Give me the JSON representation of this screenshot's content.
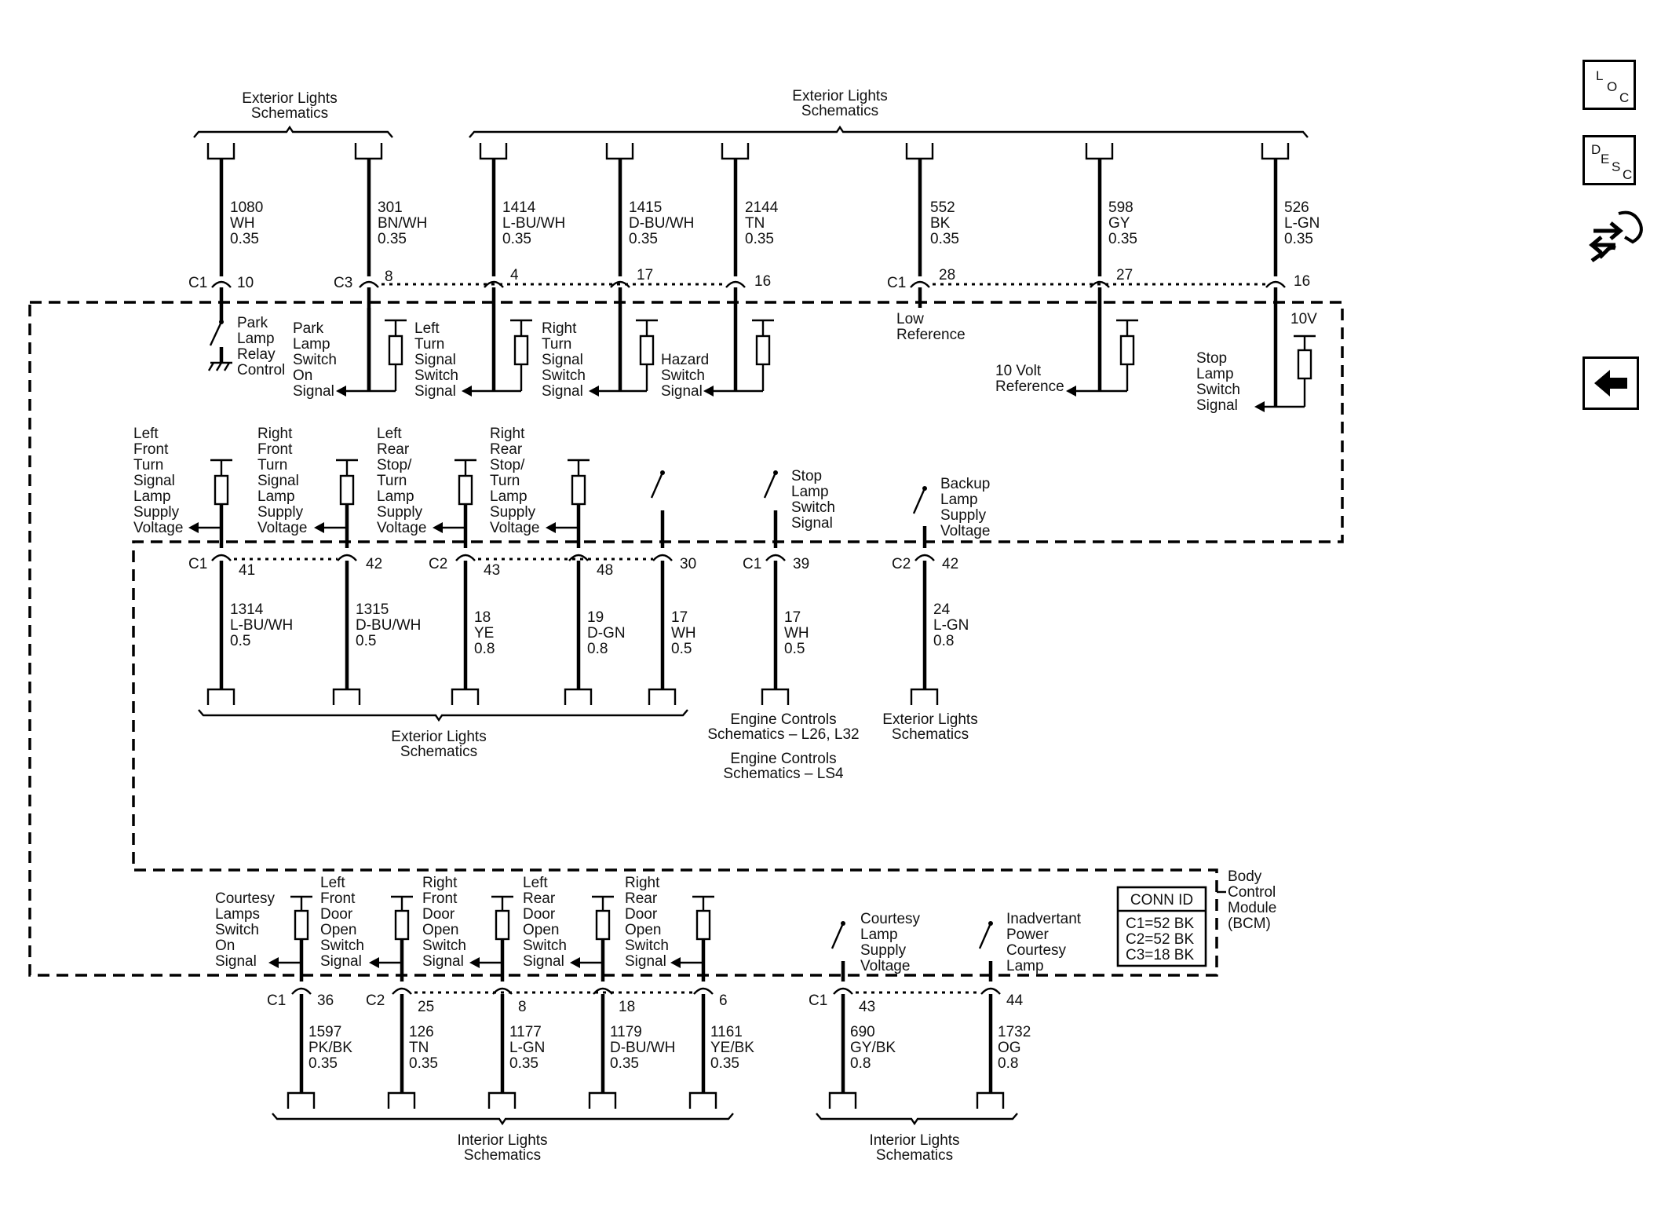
{
  "side_buttons": {
    "loc": [
      "L",
      "O",
      "C"
    ],
    "desc": [
      "D",
      "E",
      "S",
      "C"
    ]
  },
  "module": {
    "lines": [
      "Body",
      "Control",
      "Module",
      "(BCM)"
    ]
  },
  "conn_id": {
    "title": "CONN ID",
    "rows": [
      "C1=52 BK",
      "C2=52 BK",
      "C3=18 BK"
    ]
  },
  "top_groups": [
    {
      "lines": [
        "Exterior Lights",
        "Schematics"
      ]
    },
    {
      "lines": [
        "Exterior Lights",
        "Schematics"
      ]
    }
  ],
  "top_wires": [
    {
      "wire": [
        "1080",
        "WH",
        "0.35"
      ],
      "conn": "C1",
      "pin": "10"
    },
    {
      "wire": [
        "301",
        "BN/WH",
        "0.35"
      ],
      "conn": "C3",
      "pin": "8"
    },
    {
      "wire": [
        "1414",
        "L-BU/WH",
        "0.35"
      ],
      "conn": "",
      "pin": "4"
    },
    {
      "wire": [
        "1415",
        "D-BU/WH",
        "0.35"
      ],
      "conn": "",
      "pin": "17"
    },
    {
      "wire": [
        "2144",
        "TN",
        "0.35"
      ],
      "conn": "",
      "pin": "16"
    },
    {
      "wire": [
        "552",
        "BK",
        "0.35"
      ],
      "conn": "C1",
      "pin": "28"
    },
    {
      "wire": [
        "598",
        "GY",
        "0.35"
      ],
      "conn": "",
      "pin": "27"
    },
    {
      "wire": [
        "526",
        "L-GN",
        "0.35"
      ],
      "conn": "",
      "pin": "16"
    }
  ],
  "top_circuits": [
    [
      "Park",
      "Lamp",
      "Relay",
      "Control"
    ],
    [
      "Park",
      "Lamp",
      "Switch",
      "On",
      "Signal"
    ],
    [
      "Left",
      "Turn",
      "Signal",
      "Switch",
      "Signal"
    ],
    [
      "Right",
      "Turn",
      "Signal",
      "Switch",
      "Signal"
    ],
    [
      "Hazard",
      "Switch",
      "Signal"
    ],
    [
      "Low",
      "Reference"
    ],
    [
      "10 Volt",
      "Reference"
    ],
    [
      "Stop",
      "Lamp",
      "Switch",
      "Signal"
    ]
  ],
  "supply_10v": "10V",
  "mid_circuits": [
    [
      "Left",
      "Front",
      "Turn",
      "Signal",
      "Lamp",
      "Supply",
      "Voltage"
    ],
    [
      "Right",
      "Front",
      "Turn",
      "Signal",
      "Lamp",
      "Supply",
      "Voltage"
    ],
    [
      "Left",
      "Rear",
      "Stop/",
      "Turn",
      "Lamp",
      "Supply",
      "Voltage"
    ],
    [
      "Right",
      "Rear",
      "Stop/",
      "Turn",
      "Lamp",
      "Supply",
      "Voltage"
    ],
    [
      "Stop",
      "Lamp",
      "Switch",
      "Signal"
    ],
    [
      "Backup",
      "Lamp",
      "Supply",
      "Voltage"
    ]
  ],
  "mid_wires": [
    {
      "wire": [
        "1314",
        "L-BU/WH",
        "0.5"
      ],
      "conn": "C1",
      "pin": "41"
    },
    {
      "wire": [
        "1315",
        "D-BU/WH",
        "0.5"
      ],
      "conn": "",
      "pin": "42"
    },
    {
      "wire": [
        "18",
        "YE",
        "0.8"
      ],
      "conn": "C2",
      "pin": "43"
    },
    {
      "wire": [
        "19",
        "D-GN",
        "0.8"
      ],
      "conn": "",
      "pin": "48"
    },
    {
      "wire": [
        "17",
        "WH",
        "0.5"
      ],
      "conn": "",
      "pin": "30"
    },
    {
      "wire": [
        "17",
        "WH",
        "0.5"
      ],
      "conn": "C1",
      "pin": "39"
    },
    {
      "wire": [
        "24",
        "L-GN",
        "0.8"
      ],
      "conn": "C2",
      "pin": "42"
    }
  ],
  "mid_groups": {
    "exterior": [
      "Exterior Lights",
      "Schematics"
    ],
    "engine1": [
      "Engine Controls",
      "Schematics – L26, L32"
    ],
    "engine2": [
      "Engine Controls",
      "Schematics – LS4"
    ],
    "exterior2": [
      "Exterior Lights",
      "Schematics"
    ]
  },
  "bot_circuits": [
    [
      "Courtesy",
      "Lamps",
      "Switch",
      "On",
      "Signal"
    ],
    [
      "Left",
      "Front",
      "Door",
      "Open",
      "Switch",
      "Signal"
    ],
    [
      "Right",
      "Front",
      "Door",
      "Open",
      "Switch",
      "Signal"
    ],
    [
      "Left",
      "Rear",
      "Door",
      "Open",
      "Switch",
      "Signal"
    ],
    [
      "Right",
      "Rear",
      "Door",
      "Open",
      "Switch",
      "Signal"
    ],
    [
      "Courtesy",
      "Lamp",
      "Supply",
      "Voltage"
    ],
    [
      "Inadvertant",
      "Power",
      "Courtesy",
      "Lamp"
    ]
  ],
  "bot_wires": [
    {
      "wire": [
        "1597",
        "PK/BK",
        "0.35"
      ],
      "conn": "C1",
      "pin": "36"
    },
    {
      "wire": [
        "126",
        "TN",
        "0.35"
      ],
      "conn": "C2",
      "pin": "25"
    },
    {
      "wire": [
        "1177",
        "L-GN",
        "0.35"
      ],
      "conn": "",
      "pin": "8"
    },
    {
      "wire": [
        "1179",
        "D-BU/WH",
        "0.35"
      ],
      "conn": "",
      "pin": "18"
    },
    {
      "wire": [
        "1161",
        "YE/BK",
        "0.35"
      ],
      "conn": "",
      "pin": "6"
    },
    {
      "wire": [
        "690",
        "GY/BK",
        "0.8"
      ],
      "conn": "C1",
      "pin": "43"
    },
    {
      "wire": [
        "1732",
        "OG",
        "0.8"
      ],
      "conn": "",
      "pin": "44"
    }
  ],
  "bot_groups": [
    {
      "lines": [
        "Interior Lights",
        "Schematics"
      ]
    },
    {
      "lines": [
        "Interior Lights",
        "Schematics"
      ]
    }
  ]
}
